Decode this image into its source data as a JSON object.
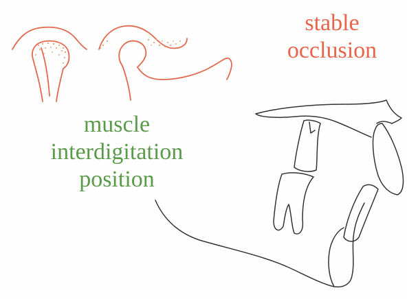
{
  "labels": {
    "stable_occlusion": [
      "stable",
      "occlusion"
    ],
    "muscle_position": [
      "muscle",
      "interdigitation",
      "position"
    ]
  },
  "colors": {
    "stable_occlusion": "#e8644a",
    "muscle_position": "#5b9a4a",
    "joint_outline": "#e06a4e",
    "jaw_outline": "#333333",
    "stipple": "#e89a7a"
  }
}
